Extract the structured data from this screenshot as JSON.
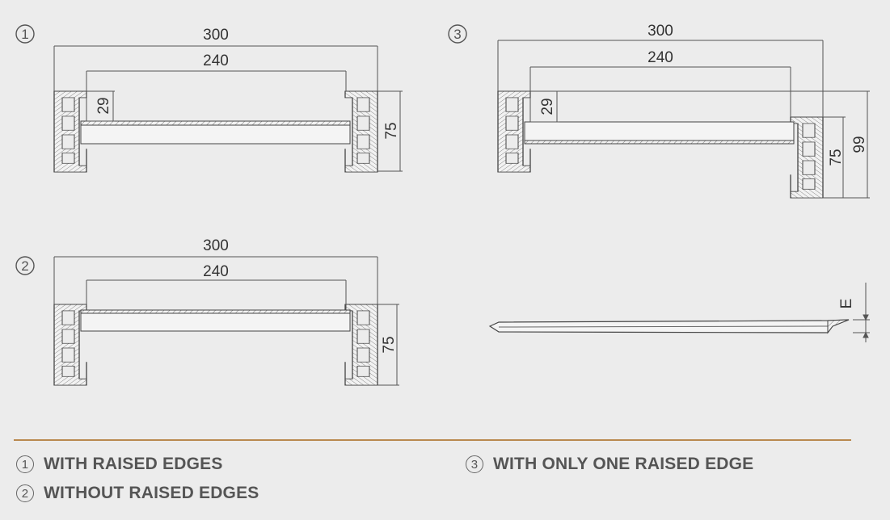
{
  "diagrams": {
    "d1": {
      "number": "1",
      "width_outer": "300",
      "width_inner": "240",
      "depth": "29",
      "height": "75"
    },
    "d2": {
      "number": "2",
      "width_outer": "300",
      "width_inner": "240",
      "height": "75"
    },
    "d3": {
      "number": "3",
      "width_outer": "300",
      "width_inner": "240",
      "depth": "29",
      "height": "75",
      "height_raised": "99"
    },
    "d4": {
      "label": "E"
    }
  },
  "legend": [
    {
      "number": "1",
      "text": "WITH RAISED EDGES"
    },
    {
      "number": "2",
      "text": "WITHOUT RAISED EDGES"
    },
    {
      "number": "3",
      "text": "WITH ONLY ONE RAISED EDGE"
    }
  ],
  "colors": {
    "divider": "#b9894f",
    "background": "#ececec",
    "line": "#555555"
  }
}
